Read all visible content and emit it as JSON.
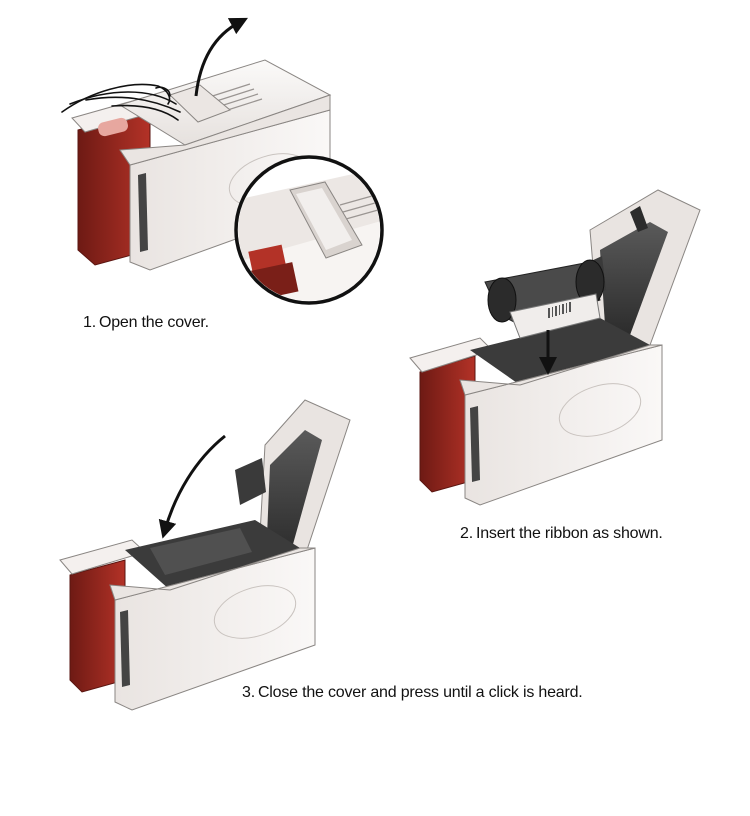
{
  "steps": [
    {
      "number": "1.",
      "text": "Open the cover."
    },
    {
      "number": "2.",
      "text": "Insert the ribbon as shown."
    },
    {
      "number": "3.",
      "text": "Close the cover and press until a click is heard."
    }
  ],
  "colors": {
    "body": "#f3f0ee",
    "body_shade": "#e2dcd8",
    "outline": "#8a8683",
    "accent_red": "#c0392b",
    "dark_red": "#7a1f18",
    "interior": "#3b3b3b",
    "arrow": "#111111"
  }
}
